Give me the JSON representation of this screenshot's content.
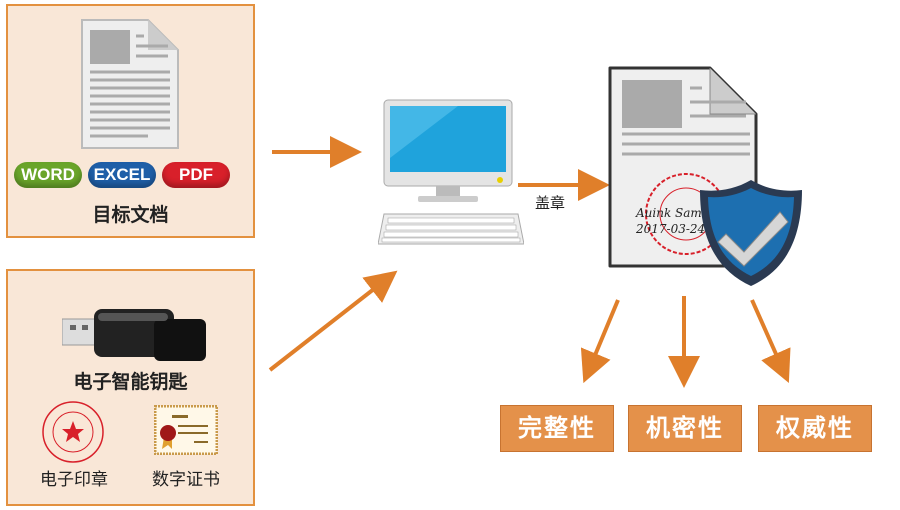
{
  "target_docs": {
    "title": "目标文档",
    "formats": [
      "WORD",
      "EXCEL",
      "PDF"
    ]
  },
  "credentials": {
    "title": "电子智能钥匙",
    "items": [
      "电子印章",
      "数字证书"
    ]
  },
  "stamp_step": {
    "label": "盖章"
  },
  "signed_doc": {
    "signature_name": "Auink Sam",
    "signature_date": "2017-03-24"
  },
  "properties": [
    "完整性",
    "机密性",
    "权威性"
  ],
  "colors": {
    "accent": "#e07f2a",
    "panel_bg": "#f9e7d7",
    "prop_bg": "#e4914a",
    "word": "#6aa52a",
    "excel": "#1f5fa8",
    "pdf": "#d8202a"
  }
}
